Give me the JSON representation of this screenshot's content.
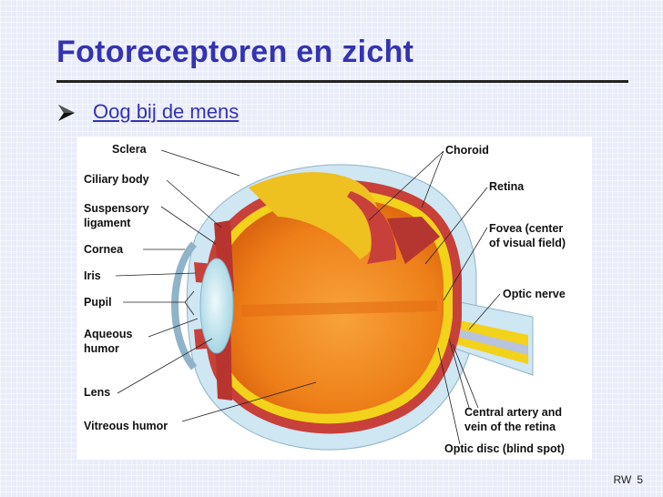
{
  "slide": {
    "title": "Fotoreceptoren en zicht",
    "bullet": "Oog bij de mens",
    "footer_author": "RW",
    "page_number": "5"
  },
  "diagram": {
    "labels": {
      "sclera": "Sclera",
      "ciliary_body": "Ciliary body",
      "suspensory_1": "Suspensory",
      "suspensory_2": "ligament",
      "cornea": "Cornea",
      "iris": "Iris",
      "pupil": "Pupil",
      "aqueous_1": "Aqueous",
      "aqueous_2": "humor",
      "lens": "Lens",
      "vitreous": "Vitreous humor",
      "choroid": "Choroid",
      "retina": "Retina",
      "fovea_1": "Fovea (center",
      "fovea_2": "of visual field)",
      "optic_nerve": "Optic nerve",
      "central_1": "Central artery and",
      "central_2": "vein of the retina",
      "optic_disc": "Optic disc (blind spot)"
    },
    "colors": {
      "sclera": "#cfe6f3",
      "vitreous": "#f08a1c",
      "retina": "#f2d21a",
      "choroid": "#c8403a",
      "lens": "#bfe4ee"
    }
  }
}
